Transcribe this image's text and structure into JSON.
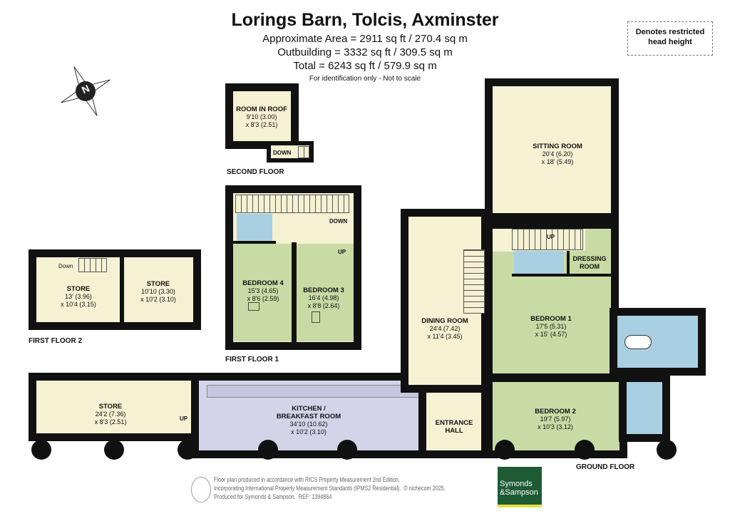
{
  "header": {
    "title": "Lorings Barn, Tolcis, Axminster",
    "area": "Approximate Area = 2911 sq ft / 270.4 sq m",
    "outbuilding": "Outbuilding = 3332 sq ft / 309.5 sq m",
    "total": "Total = 6243 sq ft / 579.9 sq m",
    "note": "For identification only - Not to scale"
  },
  "legend": {
    "restricted": "Denotes restricted head height"
  },
  "compass": {
    "letter": "N"
  },
  "floors": {
    "second": "SECOND FLOOR",
    "first1": "FIRST FLOOR 1",
    "first2": "FIRST FLOOR 2",
    "ground": "GROUND FLOOR"
  },
  "rooms": {
    "room_in_roof": {
      "name": "ROOM IN ROOF",
      "d1": "9'10 (3.00)",
      "d2": "x 8'3 (2.51)"
    },
    "bedroom4": {
      "name": "BEDROOM 4",
      "d1": "15'3 (4.65)",
      "d2": "x 8'6 (2.59)"
    },
    "bedroom3": {
      "name": "BEDROOM 3",
      "d1": "16'4 (4.98)",
      "d2": "x 8'8 (2.64)"
    },
    "store_a": {
      "name": "STORE",
      "d1": "13' (3.96)",
      "d2": "x 10'4 (3.15)"
    },
    "store_b": {
      "name": "STORE",
      "d1": "10'10 (3.30)",
      "d2": "x 10'2 (3.10)"
    },
    "sitting": {
      "name": "SITTING ROOM",
      "d1": "20'4 (6.20)",
      "d2": "x 18' (5.49)"
    },
    "dressing": {
      "name": "DRESSING ROOM"
    },
    "dining": {
      "name": "DINING ROOM",
      "d1": "24'4 (7.42)",
      "d2": "x 11'4 (3.45)"
    },
    "bedroom1": {
      "name": "BEDROOM 1",
      "d1": "17'5 (5.31)",
      "d2": "x 15' (4.57)"
    },
    "bedroom2": {
      "name": "BEDROOM 2",
      "d1": "19'7 (5.97)",
      "d2": "x 10'3 (3.12)"
    },
    "kitchen": {
      "name1": "KITCHEN /",
      "name2": "BREAKFAST ROOM",
      "d1": "34'10 (10.62)",
      "d2": "x 10'2 (3.10)"
    },
    "store_ground": {
      "name": "STORE",
      "d1": "24'2 (7.36)",
      "d2": "x 8'3 (2.51)"
    },
    "entrance": {
      "name1": "ENTRANCE",
      "name2": "HALL"
    }
  },
  "stair_labels": {
    "down": "DOWN",
    "down_mixed": "Down",
    "up": "UP"
  },
  "footer": {
    "line1": "Floor plan produced in accordance with RICS Property Measurement 2nd Edition,",
    "line2": "Incorporating International Property Measurement Standards (IPMS2 Residential).",
    "copyright": "© nichecom 2025.",
    "line3": "Produced for Symonds & Sampson.",
    "ref": "REF: 1394864"
  },
  "logo": {
    "line1": "Symonds",
    "line2": "&Sampson",
    "color": "#1e5b35",
    "accent": "#e2e04a"
  },
  "colors": {
    "living": "#f5f1d3",
    "bedroom": "#c9dba5",
    "bathroom": "#a9cfe2",
    "kitchen": "#d3d3ea",
    "wall": "#111111"
  }
}
